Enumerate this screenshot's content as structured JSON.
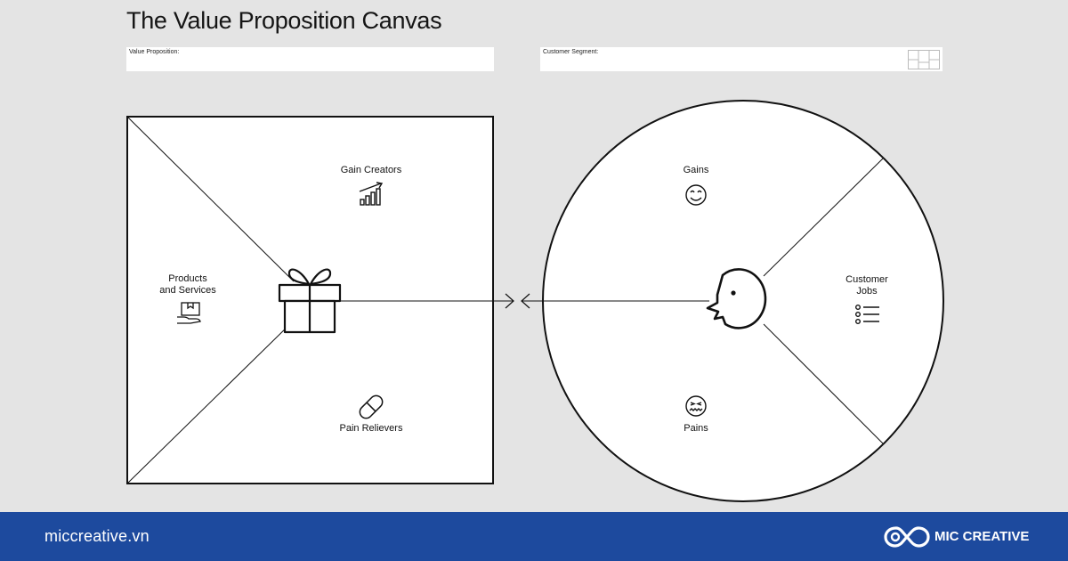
{
  "title": "The Value Proposition Canvas",
  "fields": {
    "value_proposition_label": "Value Proposition:",
    "customer_segment_label": "Customer Segment:"
  },
  "value_map": {
    "gain_creators": "Gain Creators",
    "products_services_line1": "Products",
    "products_services_line2": "and Services",
    "pain_relievers": "Pain Relievers"
  },
  "customer_profile": {
    "gains": "Gains",
    "customer_jobs_line1": "Customer",
    "customer_jobs_line2": "Jobs",
    "pains": "Pains"
  },
  "footer": {
    "site": "miccreative.vn",
    "brand": "MIC CREATIVE"
  },
  "colors": {
    "background": "#e4e4e4",
    "footer": "#1d4a9e",
    "ink": "#111111"
  },
  "icons": [
    "gift-icon",
    "growth-chart-icon",
    "hand-box-icon",
    "pill-icon",
    "face-icon",
    "smile-icon",
    "frown-icon",
    "checklist-icon",
    "mic-logo-icon"
  ]
}
